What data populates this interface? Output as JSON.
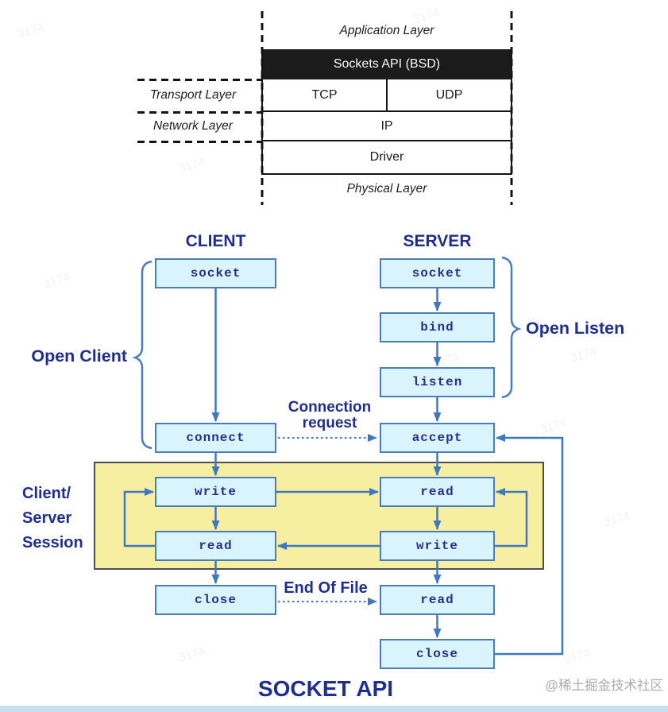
{
  "stack": {
    "application_layer": "Application Layer",
    "sockets_api": "Sockets API (BSD)",
    "transport_layer": "Transport Layer",
    "network_layer": "Network Layer",
    "tcp": "TCP",
    "udp": "UDP",
    "ip": "IP",
    "driver": "Driver",
    "physical_layer": "Physical Layer"
  },
  "flow": {
    "client_header": "CLIENT",
    "server_header": "SERVER",
    "client_boxes": [
      "socket",
      "connect",
      "write",
      "read",
      "close"
    ],
    "server_boxes": [
      "socket",
      "bind",
      "listen",
      "accept",
      "read",
      "write",
      "read",
      "close"
    ],
    "open_client": "Open Client",
    "open_listen": "Open Listen",
    "session_label": [
      "Client/",
      "Server",
      "Session"
    ],
    "connection_request": [
      "Connection",
      "request"
    ],
    "end_of_file": "End Of File",
    "title": "SOCKET API"
  },
  "watermarks": {
    "site_credit": "@稀土掘金技术社区",
    "faint_text": "3174"
  },
  "colors": {
    "box_fill": "#d9f4fc",
    "box_border": "#4a7cc0",
    "arrow_blue": "#3e78c0",
    "box_text_navy": "#28308c",
    "label_navy": "#1f2e8f",
    "session_fill": "#f6efa2",
    "session_border": "#4a4e5a",
    "stack_bar_bg": "#1b1b1b",
    "stack_bar_text": "#fafafa",
    "bottom_strip": "#cadff0",
    "credit_gray": "#ababab"
  }
}
